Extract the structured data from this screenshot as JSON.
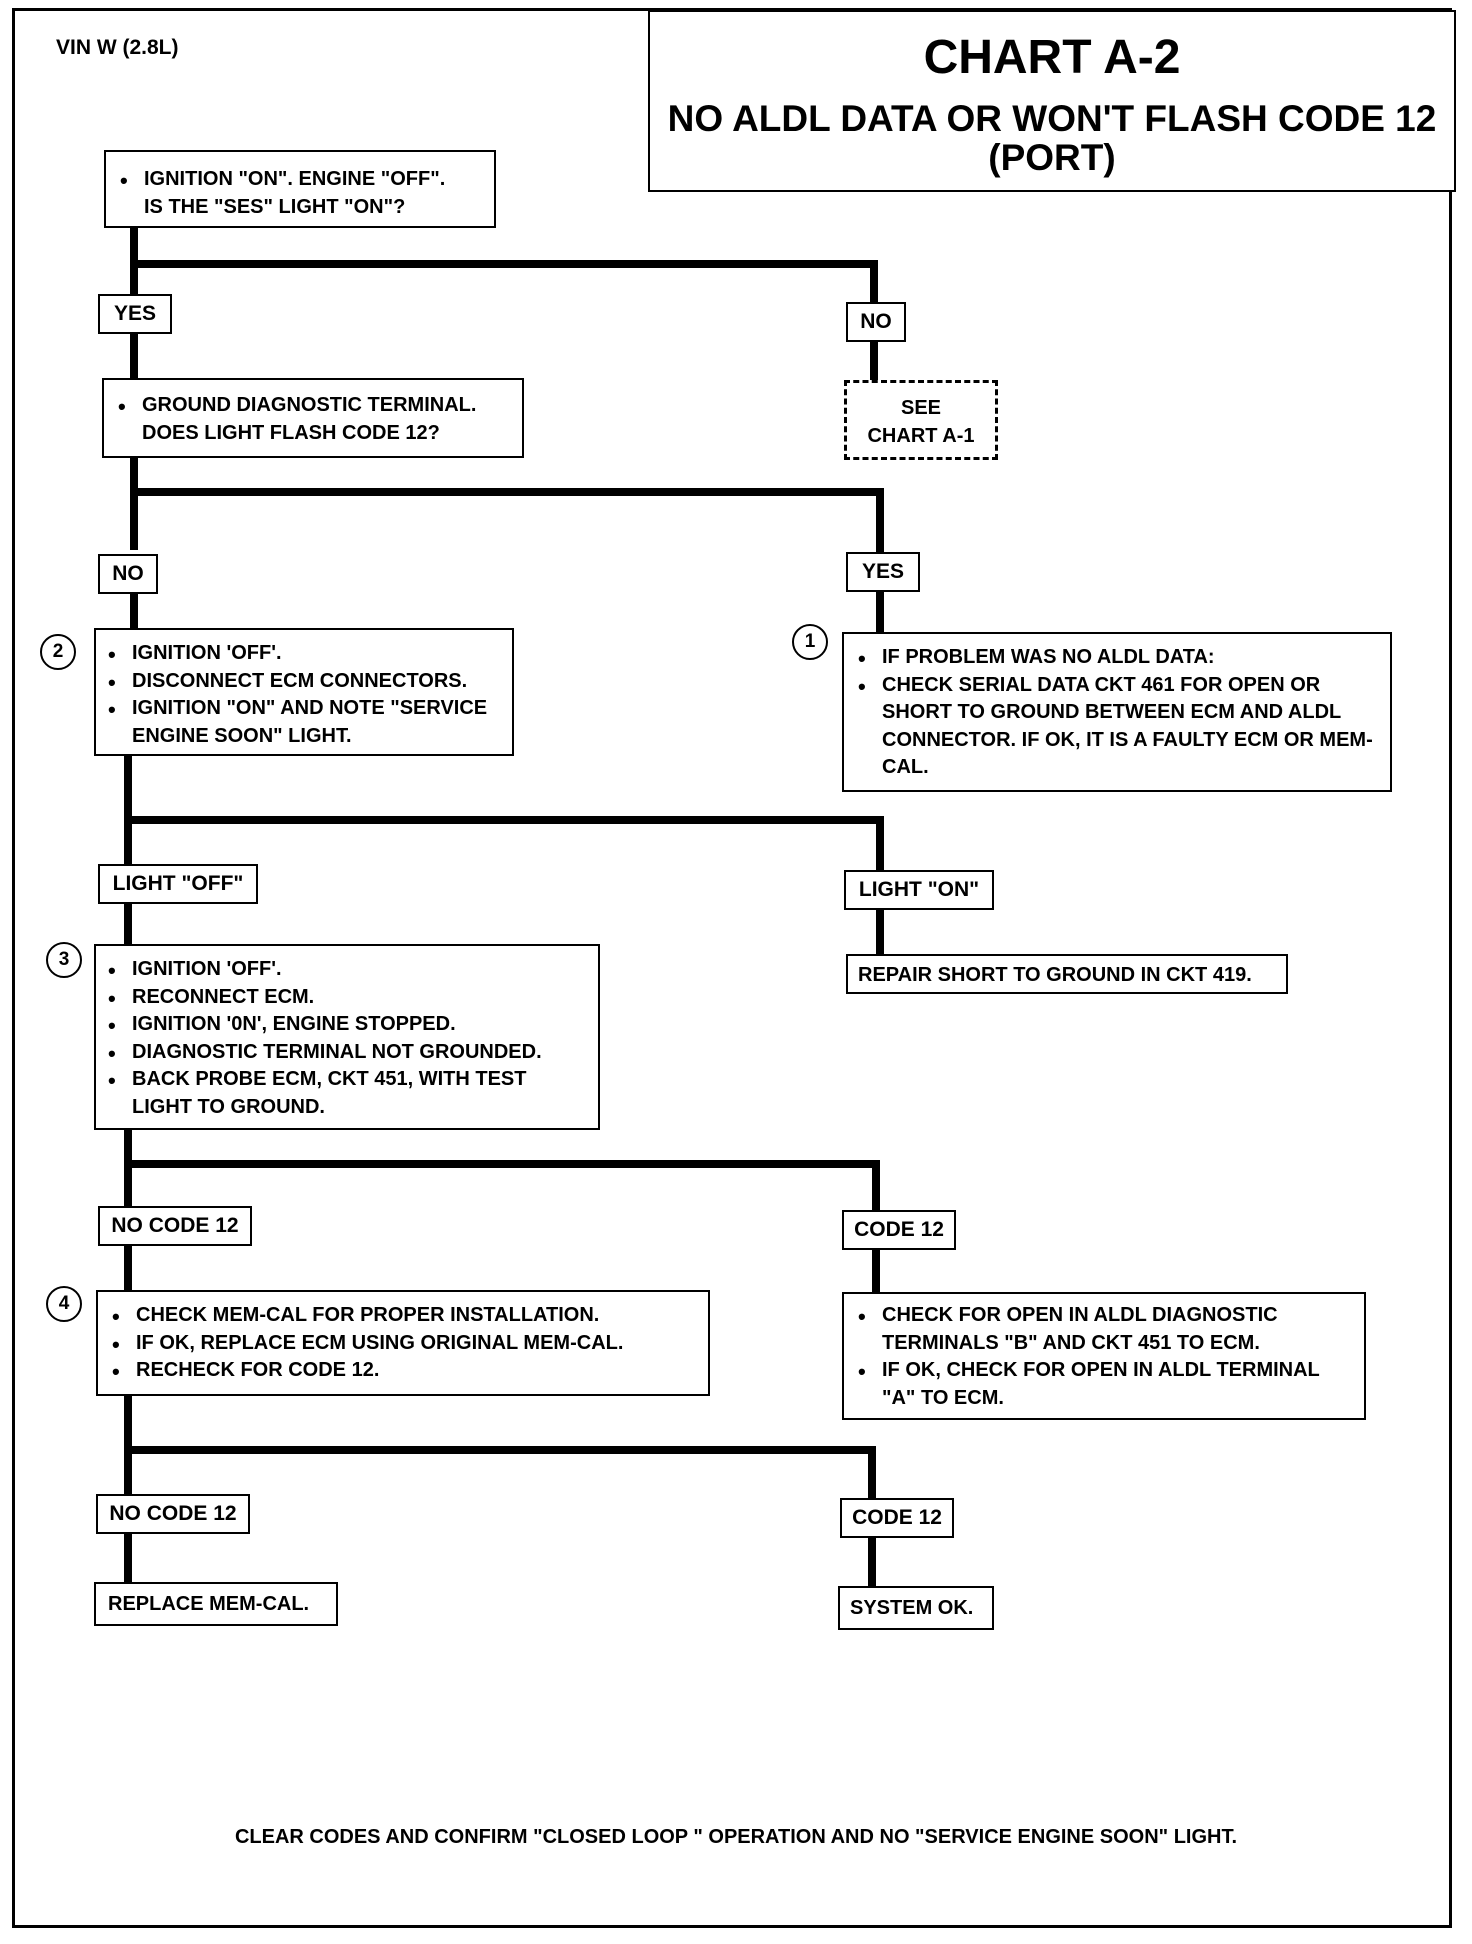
{
  "header": {
    "vin": "VIN W (2.8L)",
    "chart_title": "CHART A-2",
    "chart_subtitle_line1": "NO ALDL DATA OR WON'T FLASH CODE 12",
    "chart_subtitle_line2": "(PORT)"
  },
  "start": {
    "lines": [
      "IGNITION \"ON\". ENGINE \"OFF\".",
      "IS THE \"SES\" LIGHT \"ON\"?"
    ]
  },
  "branch1": {
    "yes_label": "YES",
    "no_label": "NO"
  },
  "see_chart": {
    "line1": "SEE",
    "line2": "CHART A-1"
  },
  "ground_step": {
    "lines": [
      "GROUND DIAGNOSTIC TERMINAL.",
      "DOES LIGHT FLASH CODE 12?"
    ]
  },
  "branch2": {
    "no_label": "NO",
    "yes_label": "YES"
  },
  "step2": {
    "number": "2",
    "items": [
      "IGNITION 'OFF'.",
      "DISCONNECT ECM CONNECTORS.",
      "IGNITION \"ON\" AND NOTE \"SERVICE ENGINE SOON\" LIGHT."
    ]
  },
  "step1": {
    "number": "1",
    "items": [
      "IF PROBLEM WAS NO ALDL DATA:",
      "CHECK SERIAL DATA CKT 461 FOR OPEN OR SHORT TO GROUND BETWEEN ECM AND ALDL CONNECTOR.  IF OK, IT IS A FAULTY ECM OR MEM-CAL."
    ]
  },
  "branch3": {
    "off_label": "LIGHT \"OFF\"",
    "on_label": "LIGHT \"ON\""
  },
  "repair_short": {
    "text": "REPAIR SHORT TO GROUND IN CKT 419."
  },
  "step3": {
    "number": "3",
    "items": [
      "IGNITION 'OFF'.",
      "RECONNECT ECM.",
      "IGNITION '0N', ENGINE STOPPED.",
      "DIAGNOSTIC TERMINAL NOT GROUNDED.",
      "BACK PROBE  ECM, CKT 451, WITH TEST LIGHT TO GROUND."
    ]
  },
  "branch4": {
    "no_code_label": "NO CODE 12",
    "code_label": "CODE 12"
  },
  "step4": {
    "number": "4",
    "items": [
      "CHECK MEM-CAL FOR PROPER INSTALLATION.",
      "IF OK, REPLACE ECM USING ORIGINAL MEM-CAL.",
      "RECHECK FOR CODE 12."
    ]
  },
  "check_open": {
    "items": [
      "CHECK FOR OPEN IN ALDL DIAGNOSTIC TERMINALS \"B\" AND CKT 451 TO ECM.",
      "IF OK, CHECK FOR OPEN IN ALDL TERMINAL \"A\" TO ECM."
    ]
  },
  "branch5": {
    "no_code_label": "NO CODE 12",
    "code_label": "CODE 12"
  },
  "replace_memcal": {
    "text": "REPLACE MEM-CAL."
  },
  "system_ok": {
    "text": "SYSTEM OK."
  },
  "footer": {
    "text": "CLEAR CODES AND CONFIRM \"CLOSED LOOP \" OPERATION AND NO \"SERVICE ENGINE SOON\" LIGHT."
  }
}
